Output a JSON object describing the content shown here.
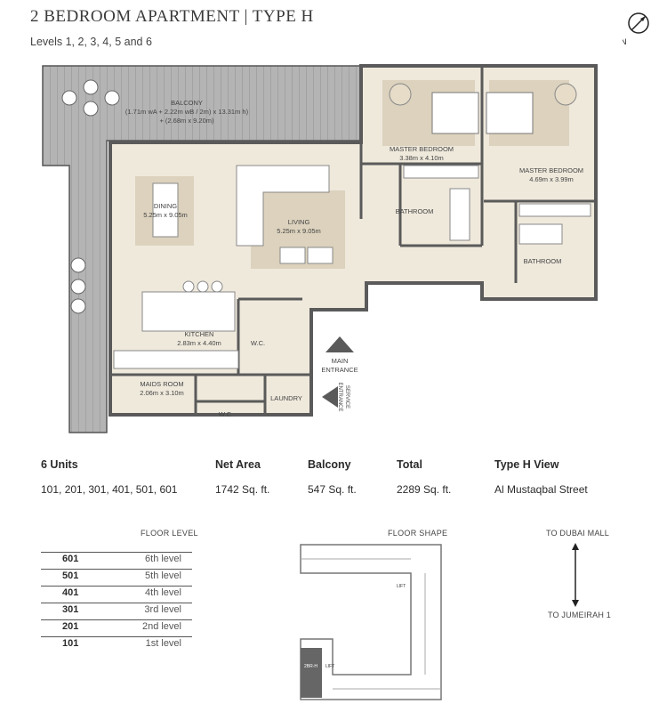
{
  "header": {
    "title": "2 BEDROOM APARTMENT | TYPE H",
    "subtitle": "Levels 1, 2, 3, 4, 5 and 6",
    "compass_label": "N"
  },
  "rooms": {
    "balcony": {
      "name": "BALCONY",
      "dim1": "(1.71m wA + 2.22m wB / 2m) x 13.31m h)",
      "dim2": "+ (2.68m x 9.20m)"
    },
    "dining": {
      "name": "DINING",
      "dim": "5.25m x 9.05m"
    },
    "living": {
      "name": "LIVING",
      "dim": "5.25m x 9.05m"
    },
    "master1": {
      "name": "MASTER BEDROOM",
      "dim": "3.38m x 4.10m"
    },
    "master2": {
      "name": "MASTER BEDROOM",
      "dim": "4.69m x 3.99m"
    },
    "bath1": "BATHROOM",
    "bath2": "BATHROOM",
    "kitchen": {
      "name": "KITCHEN",
      "dim": "2.83m x 4.40m"
    },
    "wc1": "W.C.",
    "wc2": "W.C.",
    "maids": {
      "name": "MAIDS ROOM",
      "dim": "2.06m x 3.10m"
    },
    "laundry": "LAUNDRY",
    "main_entrance_1": "MAIN",
    "main_entrance_2": "ENTRANCE",
    "service_entrance_1": "SERVICE",
    "service_entrance_2": "ENTRANCE"
  },
  "specs": [
    {
      "label": "6 Units",
      "value": "101, 201, 301, 401, 501, 601"
    },
    {
      "label": "Net Area",
      "value": "1742 Sq. ft."
    },
    {
      "label": "Balcony",
      "value": "547 Sq. ft."
    },
    {
      "label": "Total",
      "value": "2289 Sq. ft."
    },
    {
      "label": "Type H View",
      "value": "Al Mustaqbal Street"
    }
  ],
  "floor_level": {
    "heading": "FLOOR LEVEL",
    "rows": [
      {
        "unit": "601",
        "level": "6th level"
      },
      {
        "unit": "501",
        "level": "5th level"
      },
      {
        "unit": "401",
        "level": "4th level"
      },
      {
        "unit": "301",
        "level": "3rd level"
      },
      {
        "unit": "201",
        "level": "2nd level"
      },
      {
        "unit": "101",
        "level": "1st level"
      }
    ]
  },
  "floor_shape": {
    "heading": "FLOOR SHAPE",
    "lift1": "LIFT",
    "lift2": "LIFT",
    "unit_tag": "2BR-H"
  },
  "directions": {
    "top": "TO DUBAI MALL",
    "bottom": "TO JUMEIRAH 1"
  },
  "colors": {
    "floor": "#efe9dc",
    "rug": "#dcd2bd",
    "wall": "#5a5a5a",
    "balcony": "#a9a9a9",
    "text": "#2b2b2b"
  }
}
